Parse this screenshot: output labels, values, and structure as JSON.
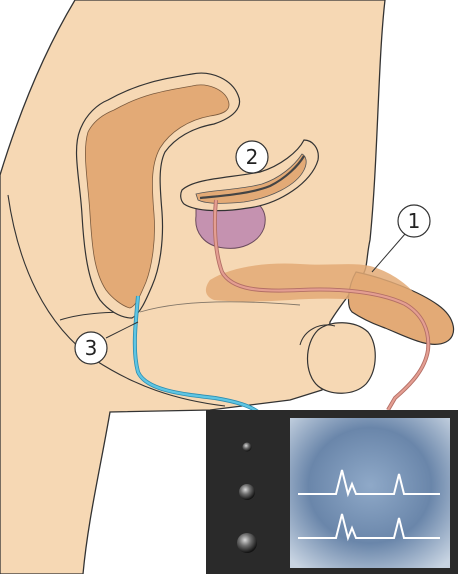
{
  "callouts": [
    {
      "id": "callout-1",
      "text": "1"
    },
    {
      "id": "callout-2",
      "text": "2"
    },
    {
      "id": "callout-3",
      "text": "3"
    }
  ],
  "colors": {
    "skin": "#f6d8b4",
    "organ": "#e3aa76",
    "bladder": "#c592b0",
    "tube_pink": "#e49e92",
    "tube_blue": "#5ec5e3",
    "monitor": "#2a2a2a",
    "screen": "#6c88aa"
  },
  "icons": [
    "knob-icon",
    "trace-waveform"
  ]
}
